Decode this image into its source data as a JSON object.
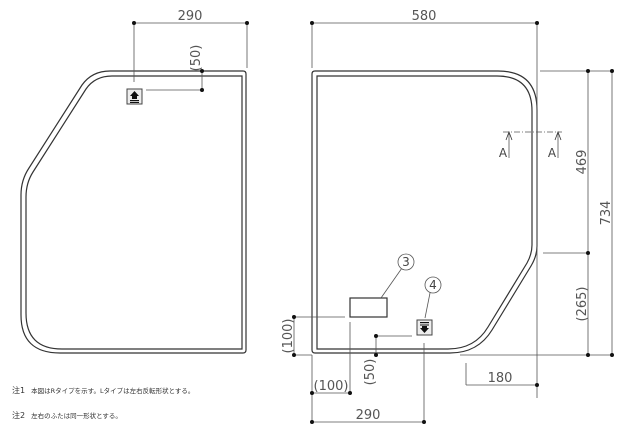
{
  "drawing": {
    "title": "Bathtub lid plan drawing (R type)",
    "stroke_color": "#333333",
    "dim_color": "#555555",
    "left_view": {
      "dims": {
        "top_width": "290",
        "top_offset": "(50)"
      },
      "icon": "arrow-up-icon"
    },
    "right_view": {
      "dims": {
        "overall_width": "580",
        "overall_height": "734",
        "upper_height": "469",
        "lower_height": "(265)",
        "bottom_offset": "180",
        "left_offset": "(100)",
        "bottom_rect_offset": "(100)",
        "bottom_icon_offset": "(50)",
        "bottom_width": "290"
      },
      "section_marks": [
        "A",
        "A"
      ],
      "callouts": [
        "3",
        "4"
      ],
      "icon": "arrow-down-icon"
    },
    "notes": [
      {
        "num": "注1",
        "text": "本図はRタイプを示す。Lタイプは左右反転形状とする。"
      },
      {
        "num": "注2",
        "text": "左右のふたは同一形状とする。"
      }
    ]
  }
}
